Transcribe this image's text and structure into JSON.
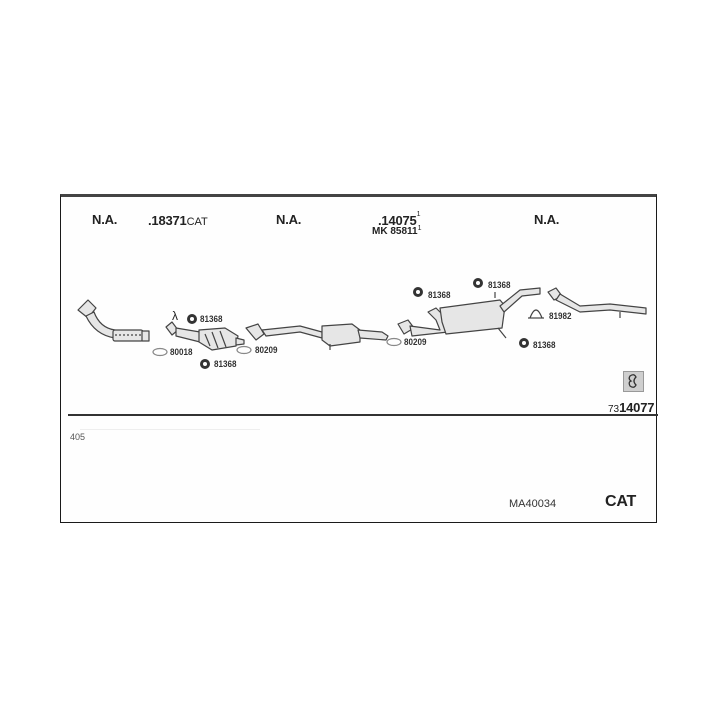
{
  "header": {
    "columns": [
      {
        "label": "N.A."
      },
      {
        "label": ".18371",
        "suffix": "CAT"
      },
      {
        "label": "N.A."
      },
      {
        "label": ".14075",
        "sup": "1",
        "sub_label": "MK 85811",
        "sub_sup": "1"
      },
      {
        "label": "N.A."
      }
    ]
  },
  "parts": {
    "lambda_symbol": "λ",
    "clamp_left_top": "81368",
    "gasket_1": "80018",
    "clamp_left_bottom": "81368",
    "gasket_2": "80209",
    "gasket_3": "80209",
    "clamp_mid_top": "81368",
    "clamp_mid_top2": "81368",
    "clamp_right_bottom": "81368",
    "clamp_u_bolt": "81982"
  },
  "diagram_ref": {
    "prefix": "73",
    "number": "14077"
  },
  "footer": {
    "vehicle_code": "405",
    "kit_code": "MA40034",
    "type_label": "CAT"
  },
  "colors": {
    "line": "#444444",
    "part_fill": "#e6e6e6",
    "frame": "#1a1a1a"
  }
}
